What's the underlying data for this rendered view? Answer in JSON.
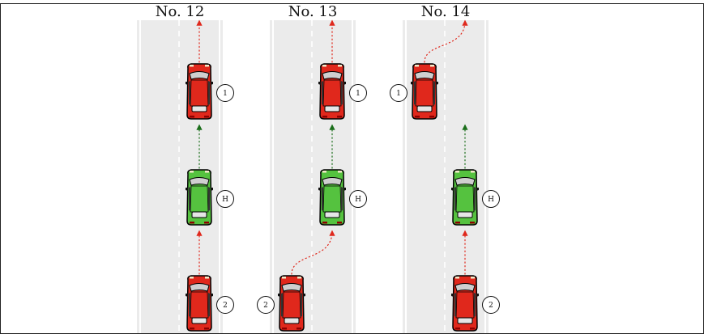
{
  "colors": {
    "road": "#ebebeb",
    "lane_marking": "#ffffff",
    "car_red": "#e0281c",
    "car_green": "#55c23f",
    "path_red": "#e0281c",
    "path_green": "#1a6e1a"
  },
  "scenarios": [
    {
      "title": "No. 12",
      "vehicles": [
        {
          "label": "1",
          "color": "red",
          "lane": "right",
          "row": "top"
        },
        {
          "label": "H",
          "color": "green",
          "lane": "right",
          "row": "middle"
        },
        {
          "label": "2",
          "color": "red",
          "lane": "right",
          "row": "bottom"
        }
      ],
      "paths": [
        {
          "vehicle": "1",
          "color": "red",
          "maneuver": "straight"
        },
        {
          "vehicle": "H",
          "color": "green",
          "maneuver": "straight"
        },
        {
          "vehicle": "2",
          "color": "red",
          "maneuver": "straight"
        }
      ]
    },
    {
      "title": "No. 13",
      "vehicles": [
        {
          "label": "1",
          "color": "red",
          "lane": "right",
          "row": "top"
        },
        {
          "label": "H",
          "color": "green",
          "lane": "right",
          "row": "middle"
        },
        {
          "label": "2",
          "color": "red",
          "lane": "left",
          "row": "bottom"
        }
      ],
      "paths": [
        {
          "vehicle": "1",
          "color": "red",
          "maneuver": "straight"
        },
        {
          "vehicle": "H",
          "color": "green",
          "maneuver": "straight"
        },
        {
          "vehicle": "2",
          "color": "red",
          "maneuver": "lane-change-right"
        }
      ]
    },
    {
      "title": "No. 14",
      "vehicles": [
        {
          "label": "1",
          "color": "red",
          "lane": "left",
          "row": "top"
        },
        {
          "label": "H",
          "color": "green",
          "lane": "right",
          "row": "middle"
        },
        {
          "label": "2",
          "color": "red",
          "lane": "right",
          "row": "bottom"
        }
      ],
      "paths": [
        {
          "vehicle": "1",
          "color": "red",
          "maneuver": "lane-change-right"
        },
        {
          "vehicle": "H",
          "color": "green",
          "maneuver": "straight"
        },
        {
          "vehicle": "2",
          "color": "red",
          "maneuver": "straight"
        }
      ]
    }
  ]
}
